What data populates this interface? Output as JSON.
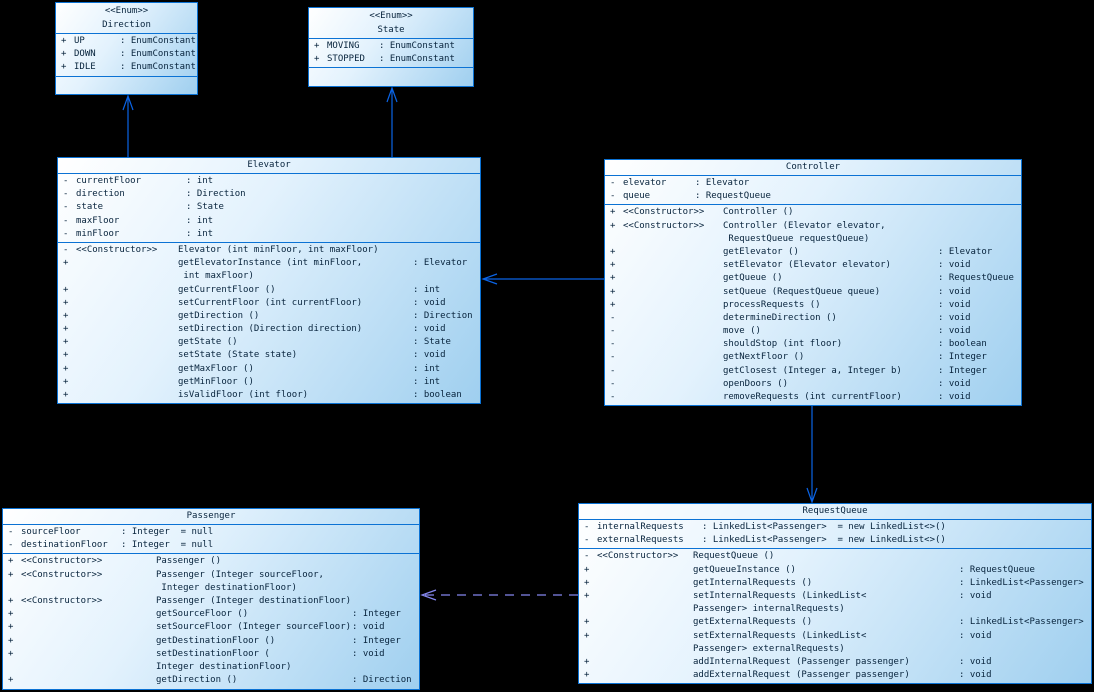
{
  "diagram": {
    "background_color": "#000000",
    "box_border_color": "#0b72d4",
    "box_fill_start": "#ffffff",
    "box_fill_end": "#9fcfef",
    "solid_arrow_color": "#0a64e6",
    "dashed_arrow_color": "#8587ee",
    "text_color": "#07233c"
  },
  "classes": [
    {
      "id": "direction",
      "kind": "enum",
      "stereotype": "<<Enum>>",
      "name": "Direction",
      "attributes": [
        {
          "v": "+",
          "n": "UP",
          "t": ": EnumConstant"
        },
        {
          "v": "+",
          "n": "DOWN",
          "t": ": EnumConstant"
        },
        {
          "v": "+",
          "n": "IDLE",
          "t": ": EnumConstant"
        }
      ],
      "methods": []
    },
    {
      "id": "state",
      "kind": "enum",
      "stereotype": "<<Enum>>",
      "name": "State",
      "attributes": [
        {
          "v": "+",
          "n": "MOVING",
          "t": ": EnumConstant"
        },
        {
          "v": "+",
          "n": "STOPPED",
          "t": ": EnumConstant"
        }
      ],
      "methods": []
    },
    {
      "id": "elevator",
      "kind": "class",
      "stereotype": "",
      "name": "Elevator",
      "attributes": [
        {
          "v": "-",
          "n": "currentFloor",
          "t": ": int"
        },
        {
          "v": "-",
          "n": "direction",
          "t": ": Direction"
        },
        {
          "v": "-",
          "n": "state",
          "t": ": State"
        },
        {
          "v": "-",
          "n": "maxFloor",
          "t": ": int"
        },
        {
          "v": "-",
          "n": "minFloor",
          "t": ": int"
        }
      ],
      "methods": [
        {
          "v": "-",
          "k": "<<Constructor>>",
          "n": "Elevator (int minFloor, int maxFloor)",
          "t": ""
        },
        {
          "v": "+",
          "k": "",
          "n": "getElevatorInstance (int minFloor,",
          "t": ": Elevator"
        },
        {
          "v": "",
          "k": "",
          "n": " int maxFloor)",
          "t": ""
        },
        {
          "v": "+",
          "k": "",
          "n": "getCurrentFloor ()",
          "t": ": int"
        },
        {
          "v": "+",
          "k": "",
          "n": "setCurrentFloor (int currentFloor)",
          "t": ": void"
        },
        {
          "v": "+",
          "k": "",
          "n": "getDirection ()",
          "t": ": Direction"
        },
        {
          "v": "+",
          "k": "",
          "n": "setDirection (Direction direction)",
          "t": ": void"
        },
        {
          "v": "+",
          "k": "",
          "n": "getState ()",
          "t": ": State"
        },
        {
          "v": "+",
          "k": "",
          "n": "setState (State state)",
          "t": ": void"
        },
        {
          "v": "+",
          "k": "",
          "n": "getMaxFloor ()",
          "t": ": int"
        },
        {
          "v": "+",
          "k": "",
          "n": "getMinFloor ()",
          "t": ": int"
        },
        {
          "v": "+",
          "k": "",
          "n": "isValidFloor (int floor)",
          "t": ": boolean"
        }
      ]
    },
    {
      "id": "controller",
      "kind": "class",
      "stereotype": "",
      "name": "Controller",
      "attributes": [
        {
          "v": "-",
          "n": "elevator",
          "t": ": Elevator"
        },
        {
          "v": "-",
          "n": "queue",
          "t": ": RequestQueue"
        }
      ],
      "methods": [
        {
          "v": "+",
          "k": "<<Constructor>>",
          "n": "Controller ()",
          "t": ""
        },
        {
          "v": "+",
          "k": "<<Constructor>>",
          "n": "Controller (Elevator elevator,",
          "t": ""
        },
        {
          "v": "",
          "k": "",
          "n": " RequestQueue requestQueue)",
          "t": ""
        },
        {
          "v": "+",
          "k": "",
          "n": "getElevator ()",
          "t": ": Elevator"
        },
        {
          "v": "+",
          "k": "",
          "n": "setElevator (Elevator elevator)",
          "t": ": void"
        },
        {
          "v": "+",
          "k": "",
          "n": "getQueue ()",
          "t": ": RequestQueue"
        },
        {
          "v": "+",
          "k": "",
          "n": "setQueue (RequestQueue queue)",
          "t": ": void"
        },
        {
          "v": "+",
          "k": "",
          "n": "processRequests ()",
          "t": ": void"
        },
        {
          "v": "-",
          "k": "",
          "n": "determineDirection ()",
          "t": ": void"
        },
        {
          "v": "-",
          "k": "",
          "n": "move ()",
          "t": ": void"
        },
        {
          "v": "-",
          "k": "",
          "n": "shouldStop (int floor)",
          "t": ": boolean"
        },
        {
          "v": "-",
          "k": "",
          "n": "getNextFloor ()",
          "t": ": Integer"
        },
        {
          "v": "-",
          "k": "",
          "n": "getClosest (Integer a, Integer b)",
          "t": ": Integer"
        },
        {
          "v": "-",
          "k": "",
          "n": "openDoors ()",
          "t": ": void"
        },
        {
          "v": "-",
          "k": "",
          "n": "removeRequests (int currentFloor)",
          "t": ": void"
        }
      ]
    },
    {
      "id": "passenger",
      "kind": "class",
      "stereotype": "",
      "name": "Passenger",
      "attributes": [
        {
          "v": "-",
          "n": "sourceFloor",
          "t": ": Integer  = null"
        },
        {
          "v": "-",
          "n": "destinationFloor",
          "t": ": Integer  = null"
        }
      ],
      "methods": [
        {
          "v": "+",
          "k": "<<Constructor>>",
          "n": "Passenger ()",
          "t": ""
        },
        {
          "v": "+",
          "k": "<<Constructor>>",
          "n": "Passenger (Integer sourceFloor,",
          "t": ""
        },
        {
          "v": "",
          "k": "",
          "n": " Integer destinationFloor)",
          "t": ""
        },
        {
          "v": "+",
          "k": "<<Constructor>>",
          "n": "Passenger (Integer destinationFloor)",
          "t": ""
        },
        {
          "v": "+",
          "k": "",
          "n": "getSourceFloor ()",
          "t": ": Integer"
        },
        {
          "v": "+",
          "k": "",
          "n": "setSourceFloor (Integer sourceFloor)",
          "t": ": void"
        },
        {
          "v": "+",
          "k": "",
          "n": "getDestinationFloor ()",
          "t": ": Integer"
        },
        {
          "v": "+",
          "k": "",
          "n": "setDestinationFloor (",
          "t": ": void"
        },
        {
          "v": "",
          "k": "",
          "n": "Integer destinationFloor)",
          "t": ""
        },
        {
          "v": "+",
          "k": "",
          "n": "getDirection ()",
          "t": ": Direction"
        }
      ]
    },
    {
      "id": "requestqueue",
      "kind": "class",
      "stereotype": "",
      "name": "RequestQueue",
      "attributes": [
        {
          "v": "-",
          "n": "internalRequests",
          "t": ": LinkedList<Passenger>  = new LinkedList<>()"
        },
        {
          "v": "-",
          "n": "externalRequests",
          "t": ": LinkedList<Passenger>  = new LinkedList<>()"
        }
      ],
      "methods": [
        {
          "v": "-",
          "k": "<<Constructor>>",
          "n": "RequestQueue ()",
          "t": ""
        },
        {
          "v": "+",
          "k": "",
          "n": "getQueueInstance ()",
          "t": ": RequestQueue"
        },
        {
          "v": "+",
          "k": "",
          "n": "getInternalRequests ()",
          "t": ": LinkedList<Passenger>"
        },
        {
          "v": "+",
          "k": "",
          "n": "setInternalRequests (LinkedList<",
          "t": ": void"
        },
        {
          "v": "",
          "k": "",
          "n": "Passenger> internalRequests)",
          "t": ""
        },
        {
          "v": "+",
          "k": "",
          "n": "getExternalRequests ()",
          "t": ": LinkedList<Passenger>"
        },
        {
          "v": "+",
          "k": "",
          "n": "setExternalRequests (LinkedList<",
          "t": ": void"
        },
        {
          "v": "",
          "k": "",
          "n": "Passenger> externalRequests)",
          "t": ""
        },
        {
          "v": "+",
          "k": "",
          "n": "addInternalRequest (Passenger passenger)",
          "t": ": void"
        },
        {
          "v": "+",
          "k": "",
          "n": "addExternalRequest (Passenger passenger)",
          "t": ": void"
        }
      ]
    }
  ],
  "relations": [
    {
      "id": "elevator-to-direction",
      "from": "Elevator",
      "to": "Direction",
      "line": "solid",
      "arrow": "open"
    },
    {
      "id": "elevator-to-state",
      "from": "Elevator",
      "to": "State",
      "line": "solid",
      "arrow": "open"
    },
    {
      "id": "controller-to-elevator",
      "from": "Controller",
      "to": "Elevator",
      "line": "solid",
      "arrow": "open"
    },
    {
      "id": "controller-to-requestqueue",
      "from": "Controller",
      "to": "RequestQueue",
      "line": "solid",
      "arrow": "open"
    },
    {
      "id": "requestqueue-to-passenger",
      "from": "RequestQueue",
      "to": "Passenger",
      "line": "dashed",
      "arrow": "open"
    }
  ]
}
